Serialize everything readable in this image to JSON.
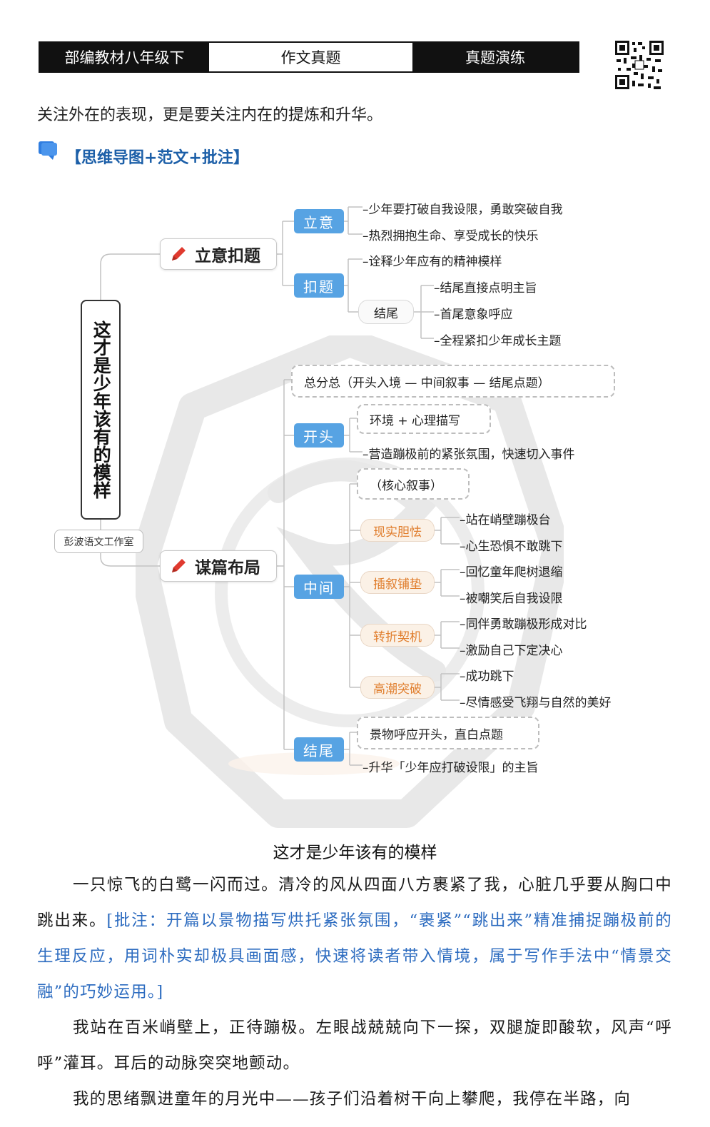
{
  "header": {
    "left": "部编教材八年级下",
    "center": "作文真题",
    "right": "真题演练"
  },
  "intro": "关注外在的表现，更是要关注内在的提炼和升华。",
  "section_title": "【思维导图+范文+批注】",
  "colors": {
    "accent_blue": "#57a3e3",
    "title_blue": "#1c5fa8",
    "orange": "#e07d2c",
    "pen_red": "#e03a2f"
  },
  "mindmap": {
    "root": "这才是少年该有的模样",
    "studio": "彭波语文工作室",
    "b1": {
      "label": "立意扣题",
      "liyi": {
        "label": "立意",
        "items": [
          "–少年要打破自我设限，勇敢突破自我",
          "–热烈拥抱生命、享受成长的快乐"
        ]
      },
      "kouti": {
        "label": "扣题",
        "item": "–诠释少年应有的精神模样",
        "jiewei": {
          "label": "结尾",
          "items": [
            "–结尾直接点明主旨",
            "–首尾意象呼应",
            "–全程紧扣少年成长主题"
          ]
        }
      }
    },
    "b2": {
      "label": "谋篇布局",
      "zongfen": "总分总（开头入境 — 中间叙事 — 结尾点题）",
      "kaitou": {
        "label": "开头",
        "box": "环境 + 心理描写",
        "item": "–营造蹦极前的紧张氛围，快速切入事件"
      },
      "zhongjian": {
        "label": "中间",
        "core": "（核心叙事）",
        "groups": [
          {
            "label": "现实胆怯",
            "items": [
              "–站在峭壁蹦极台",
              "–心生恐惧不敢跳下"
            ]
          },
          {
            "label": "插叙铺垫",
            "items": [
              "–回忆童年爬树退缩",
              "–被嘲笑后自我设限"
            ]
          },
          {
            "label": "转折契机",
            "items": [
              "–同伴勇敢蹦极形成对比",
              "–激励自己下定决心"
            ]
          },
          {
            "label": "高潮突破",
            "items": [
              "–成功跳下",
              "–尽情感受飞翔与自然的美好"
            ]
          }
        ]
      },
      "jiewei": {
        "label": "结尾",
        "box": "景物呼应开头，直白点题",
        "item": "–升华「少年应打破设限」的主旨"
      }
    }
  },
  "article": {
    "title": "这才是少年该有的模样",
    "p1": "一只惊飞的白鹭一闪而过。清冷的风从四面八方裹紧了我，心脏几乎要从胸口中跳出来。",
    "p1_note": "[批注：开篇以景物描写烘托紧张氛围，“裹紧”“跳出来”精准捕捉蹦极前的生理反应，用词朴实却极具画面感，快速将读者带入情境，属于写作手法中“情景交融”的巧妙运用。]",
    "p2": "我站在百米峭壁上，正待蹦极。左眼战兢兢向下一探，双腿旋即酸软，风声“呼呼”灌耳。耳后的动脉突突地颤动。",
    "p3": "我的思绪飘进童年的月光中——孩子们沿着树干向上攀爬，我停在半路，向"
  }
}
